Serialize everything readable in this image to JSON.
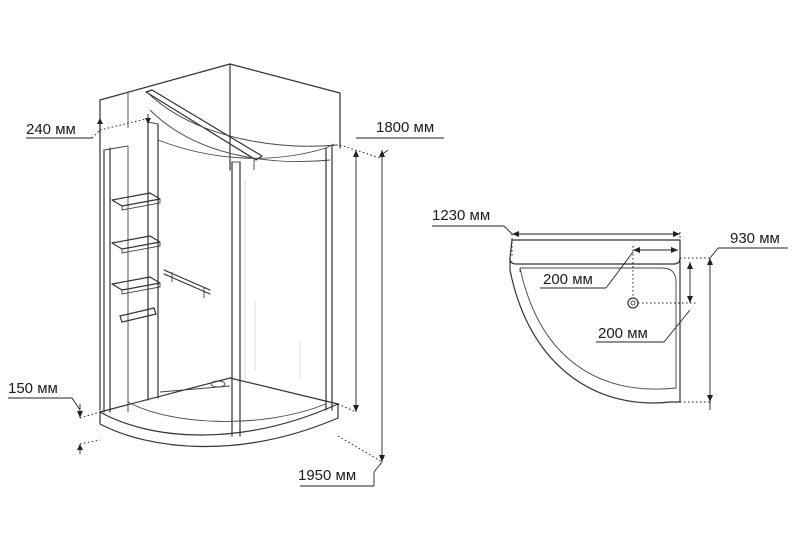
{
  "cabin_dimensions": {
    "shelf_depth": "240 мм",
    "height": "1800 мм",
    "tray_height": "150 мм",
    "total_height": "1950 мм"
  },
  "tray_dimensions": {
    "width": "1230 мм",
    "depth": "930 мм",
    "drain_offset_x": "200 мм",
    "drain_offset_y": "200 мм"
  },
  "colors": {
    "line": "#333333",
    "background": "#ffffff"
  }
}
